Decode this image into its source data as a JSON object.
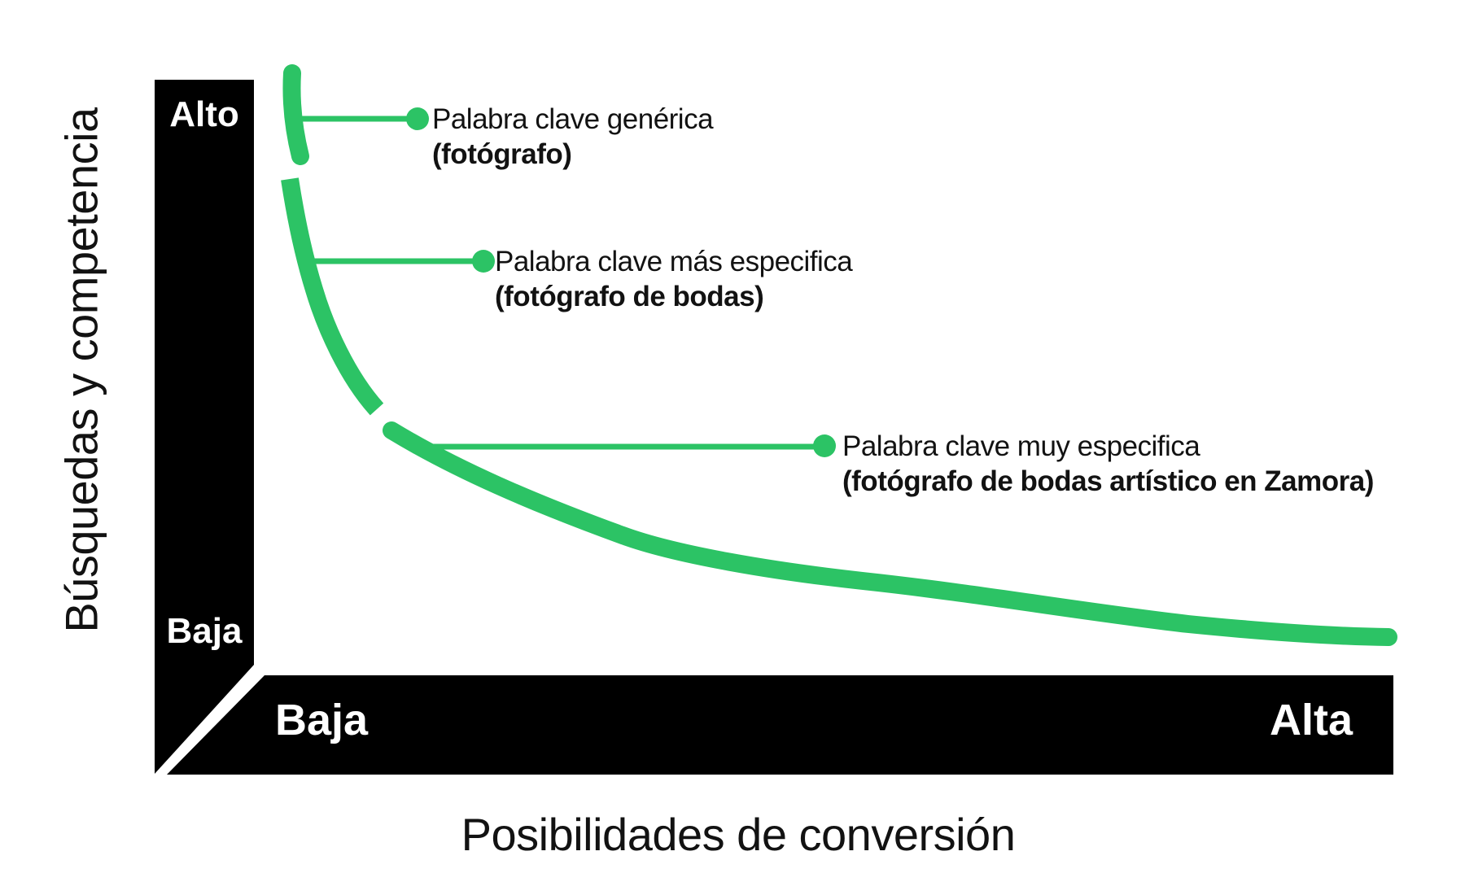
{
  "colors": {
    "accent_green": "#2cc365",
    "axis_black": "#000000",
    "text_dark": "#121212",
    "axis_label_white": "#ffffff"
  },
  "y_axis": {
    "title": "Búsquedas y competencia",
    "top_label": "Alto",
    "bottom_label": "Baja"
  },
  "x_axis": {
    "title": "Posibilidades de conversión",
    "left_label": "Baja",
    "right_label": "Alta"
  },
  "annotations": [
    {
      "label": "Palabra clave genérica",
      "keyword": "(fotógrafo)"
    },
    {
      "label": "Palabra clave más especifica",
      "keyword": "(fotógrafo de bodas)"
    },
    {
      "label": "Palabra clave muy especifica",
      "keyword": "(fotógrafo de bodas artístico en Zamora)"
    }
  ],
  "chart_data": {
    "type": "line",
    "curve_shape": "descending long-tail (dashed at top, solid tail)",
    "xlabel": "Posibilidades de conversión",
    "ylabel": "Búsquedas y competencia",
    "x_range_labels": [
      "Baja",
      "Alta"
    ],
    "y_range_labels": [
      "Baja",
      "Alto"
    ],
    "marked_points": [
      {
        "position": "top of curve (high searches, low conversion)",
        "label": "Palabra clave genérica (fotógrafo)"
      },
      {
        "position": "upper-middle of curve",
        "label": "Palabra clave más especifica (fotógrafo de bodas)"
      },
      {
        "position": "start of long tail (low searches, high conversion)",
        "label": "Palabra clave muy especifica (fotógrafo de bodas artístico en Zamora)"
      }
    ],
    "legend": "none",
    "grid": "off"
  }
}
